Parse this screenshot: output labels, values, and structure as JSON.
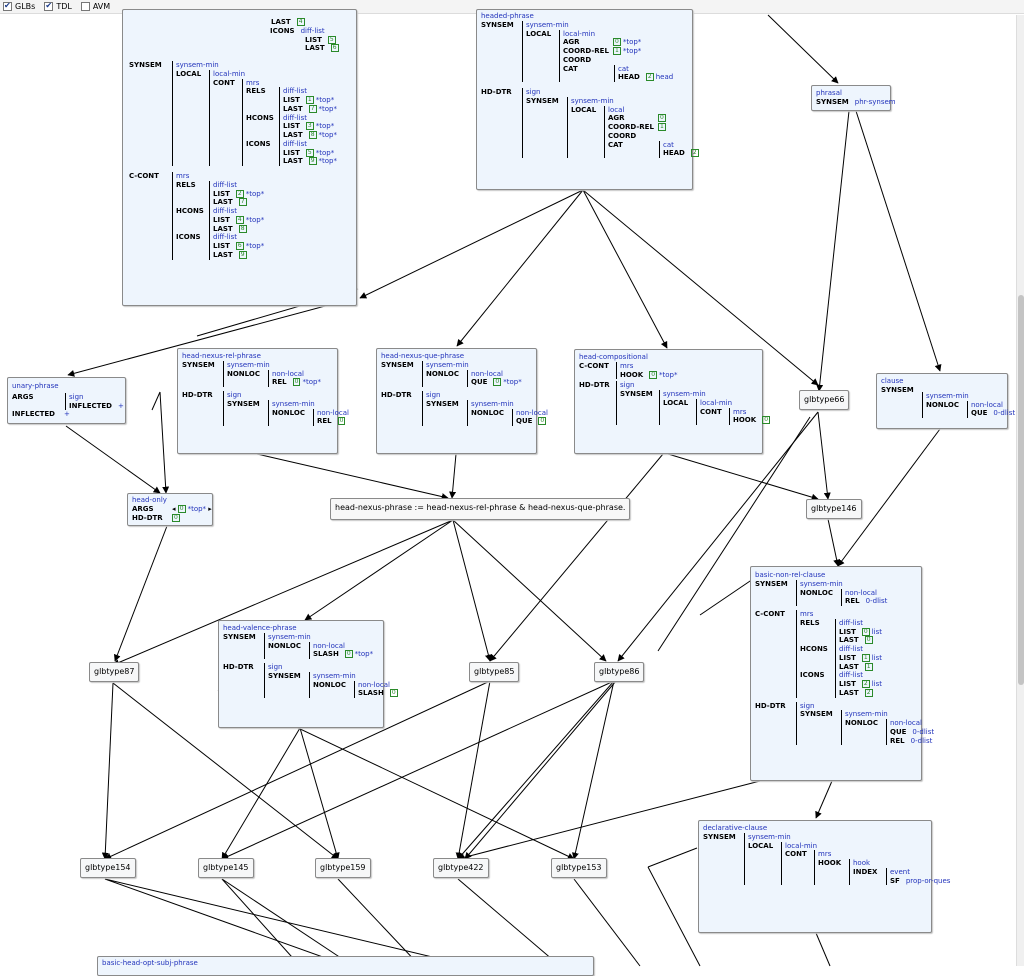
{
  "toolbar": {
    "glbs": {
      "label": "GLBs",
      "checked": true
    },
    "tdl": {
      "label": "TDL",
      "checked": true
    },
    "avm": {
      "label": "AVM",
      "checked": false
    }
  },
  "nodes": {
    "topleft": {
      "r0": [
        "",
        "",
        "LAST",
        "4"
      ],
      "r1": [
        "ICONS",
        "diff-list"
      ],
      "r2": [
        "LIST",
        "5"
      ],
      "r3": [
        "LAST",
        "6"
      ],
      "synsem": "SYNSEM",
      "synsem_min": "synsem-min",
      "local": "LOCAL",
      "local_min": "local-min",
      "cont": "CONT",
      "mrs": "mrs",
      "rels": "RELS",
      "diff_list": "diff-list",
      "list": "LIST",
      "last": "LAST",
      "top": "*top*",
      "hcons": "HCONS",
      "icons": "ICONS",
      "tags": [
        "1",
        "7",
        "3",
        "8",
        "5",
        "9"
      ],
      "c_cont": "C-CONT",
      "c_mrs": "mrs",
      "c_rels": "RELS",
      "c_hcons": "HCONS",
      "c_icons": "ICONS",
      "c_tags": [
        "2",
        "7",
        "4",
        "8",
        "6",
        "9"
      ]
    },
    "headed_phrase": {
      "type": "headed-phrase",
      "synsem": "SYNSEM",
      "synsem_min": "synsem-min",
      "local": "LOCAL",
      "local_min": "local-min",
      "agr": "AGR",
      "coord_rel": "COORD-REL",
      "coord": "COORD",
      "cat": "CAT",
      "cat_t": "cat",
      "head": "HEAD",
      "head_v": "head",
      "top": "*top*",
      "hd_dtr": "HD-DTR",
      "sign": "sign",
      "local_t": "local",
      "tags": [
        "0",
        "1",
        "2"
      ]
    },
    "phrasal": {
      "type": "phrasal",
      "synsem": "SYNSEM",
      "value": "phr-synsem"
    },
    "unary_phrase": {
      "type": "unary-phrase",
      "args": "ARGS",
      "inflected": "INFLECTED",
      "sign": "sign",
      "plus": "+"
    },
    "head_nexus_rel": {
      "type": "head-nexus-rel-phrase",
      "synsem": "SYNSEM",
      "synsem_min": "synsem-min",
      "nonloc": "NONLOC",
      "non_local": "non-local",
      "rel": "REL",
      "top": "*top*",
      "hd_dtr": "HD-DTR",
      "sign": "sign",
      "tag": "0"
    },
    "head_nexus_que": {
      "type": "head-nexus-que-phrase",
      "synsem": "SYNSEM",
      "synsem_min": "synsem-min",
      "nonloc": "NONLOC",
      "non_local": "non-local",
      "que": "QUE",
      "top": "*top*",
      "hd_dtr": "HD-DTR",
      "sign": "sign",
      "tag": "0"
    },
    "head_compositional": {
      "type": "head-compositional",
      "c_cont": "C-CONT",
      "mrs": "mrs",
      "hook": "HOOK",
      "top": "*top*",
      "hd_dtr": "HD-DTR",
      "sign": "sign",
      "synsem": "SYNSEM",
      "synsem_min": "synsem-min",
      "local": "LOCAL",
      "local_min": "local-min",
      "cont": "CONT",
      "tag": "0"
    },
    "clause": {
      "type": "clause",
      "synsem": "SYNSEM",
      "synsem_min": "synsem-min",
      "nonloc": "NONLOC",
      "non_local": "non-local",
      "que": "QUE",
      "dlist": "0-dlist"
    },
    "head_only": {
      "type": "head-only",
      "args": "ARGS",
      "hd_dtr": "HD-DTR",
      "top": "*top*",
      "tag": "0"
    },
    "head_nexus_phrase": {
      "label": "head-nexus-phrase := head-nexus-rel-phrase & head-nexus-que-phrase."
    },
    "head_valence": {
      "type": "head-valence-phrase",
      "synsem": "SYNSEM",
      "synsem_min": "synsem-min",
      "nonloc": "NONLOC",
      "non_local": "non-local",
      "slash": "SLASH",
      "top": "*top*",
      "hd_dtr": "HD-DTR",
      "sign": "sign",
      "tag": "0"
    },
    "basic_non_rel": {
      "type": "basic-non-rel-clause",
      "synsem": "SYNSEM",
      "synsem_min": "synsem-min",
      "nonloc": "NONLOC",
      "non_local": "non-local",
      "rel": "REL",
      "dlist": "0-dlist",
      "c_cont": "C-CONT",
      "mrs": "mrs",
      "rels": "RELS",
      "diff_list": "diff-list",
      "list": "LIST",
      "last": "LAST",
      "list_v": "list",
      "hcons": "HCONS",
      "icons": "ICONS",
      "hd_dtr": "HD-DTR",
      "sign": "sign",
      "que": "QUE",
      "tags": [
        "0",
        "0",
        "1",
        "1",
        "2",
        "2"
      ]
    },
    "declarative": {
      "type": "declarative-clause",
      "synsem": "SYNSEM",
      "synsem_min": "synsem-min",
      "local": "LOCAL",
      "local_min": "local-min",
      "cont": "CONT",
      "mrs": "mrs",
      "hook": "HOOK",
      "hook_t": "hook",
      "index": "INDEX",
      "event": "event",
      "sf": "SF",
      "sf_v": "prop-or-ques"
    },
    "basic_head_opt": {
      "type": "basic-head-opt-subj-phrase"
    }
  },
  "glbtypes": {
    "g66": "glbtype66",
    "g146": "glbtype146",
    "g87": "glbtype87",
    "g85": "glbtype85",
    "g86": "glbtype86",
    "g154": "glbtype154",
    "g145": "glbtype145",
    "g159": "glbtype159",
    "g422": "glbtype422",
    "g153": "glbtype153"
  }
}
